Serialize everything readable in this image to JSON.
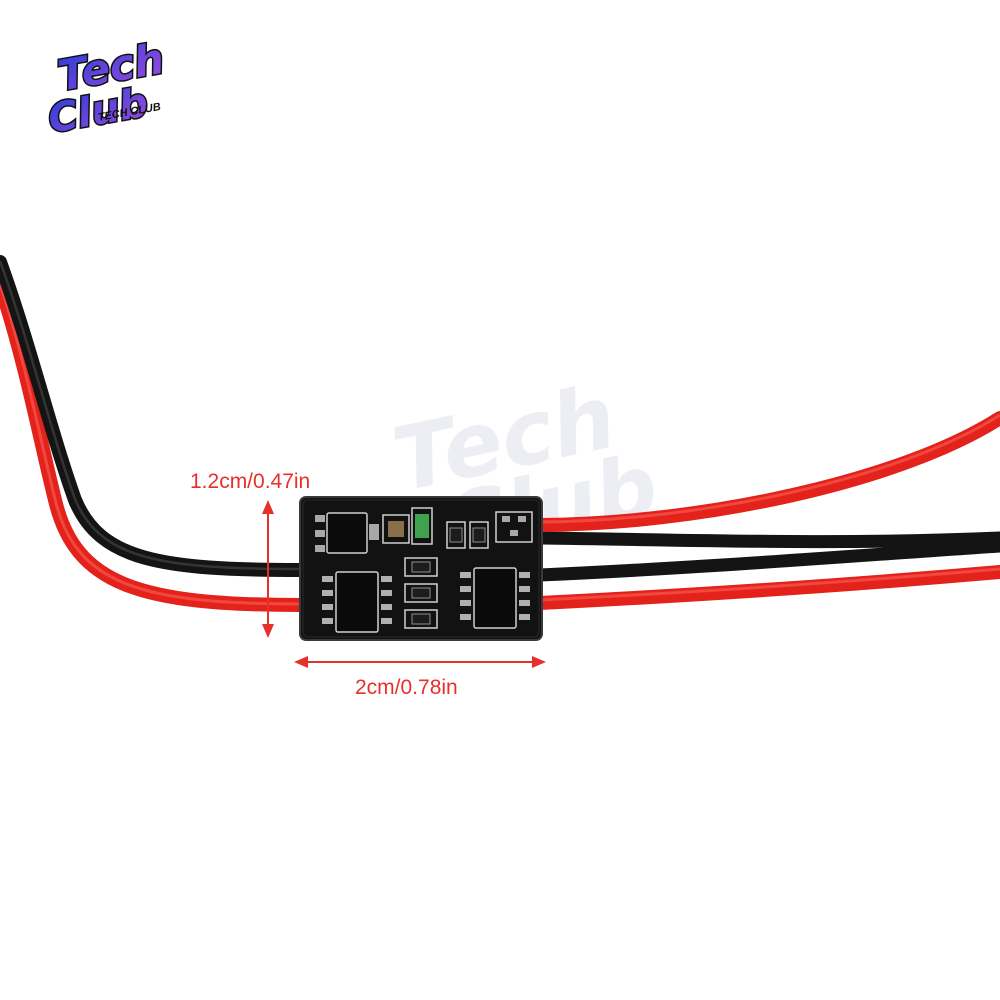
{
  "logo": {
    "wordmark": "Tech Club",
    "subtitle": "TECH CLUB"
  },
  "watermark": {
    "wordmark": "Tech Club"
  },
  "dimensions": {
    "height_label": "1.2cm/0.47in",
    "width_label": "2cm/0.78in"
  },
  "colors": {
    "background": "#ffffff",
    "wire_red": "#e3221c",
    "wire_black": "#141414",
    "pcb": "#121212",
    "dimension_accent": "#e8302a",
    "logo_blue": "#2b3fd6",
    "logo_purple": "#9b4ae0"
  },
  "icons": [
    "tech-club-logo-icon",
    "watermark-logo-icon",
    "dimension-arrow-icon"
  ]
}
